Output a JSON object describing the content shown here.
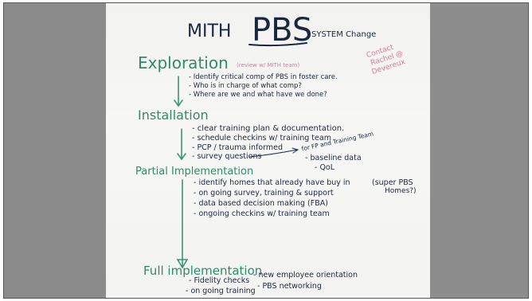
{
  "board": {
    "title": {
      "left": "MITH",
      "main": "PBS",
      "right": "SYSTEM Change"
    },
    "contact_note": [
      "Contact",
      "Rachel @",
      "Devereux"
    ],
    "exploration": {
      "heading": "Exploration",
      "note": "(review w/ MITH team)",
      "items": [
        "- Identify critical comp of PBS in foster care.",
        "- Who is in charge of what comp?",
        "- Where are we and what have we done?"
      ]
    },
    "installation": {
      "heading": "Installation",
      "items": [
        "- clear training plan & documentation.",
        "- schedule checkins w/ training team",
        "- PCP / trauma informed",
        "- survey questions"
      ],
      "arrow_note": "for FP and Training Team",
      "side_items": [
        "- baseline data",
        "- QoL"
      ]
    },
    "partial": {
      "heading": "Partial Implementation",
      "items": [
        "- identify homes that already have buy in",
        "- on going survey, training & support",
        "- data based decision making (FBA)",
        "- ongoing checkins w/ training team"
      ],
      "aside": [
        "(super PBS",
        "Homes?)"
      ]
    },
    "full": {
      "heading": "Full implementation",
      "left_items": [
        "- Fidelity checks",
        "- on going training"
      ],
      "right_items": [
        "- new employee orientation",
        "- PBS networking"
      ]
    }
  },
  "colors": {
    "ink": "#1b2740",
    "green": "#2e8a6e",
    "pink": "#d97aa0",
    "gray": "#8f8f8f"
  }
}
